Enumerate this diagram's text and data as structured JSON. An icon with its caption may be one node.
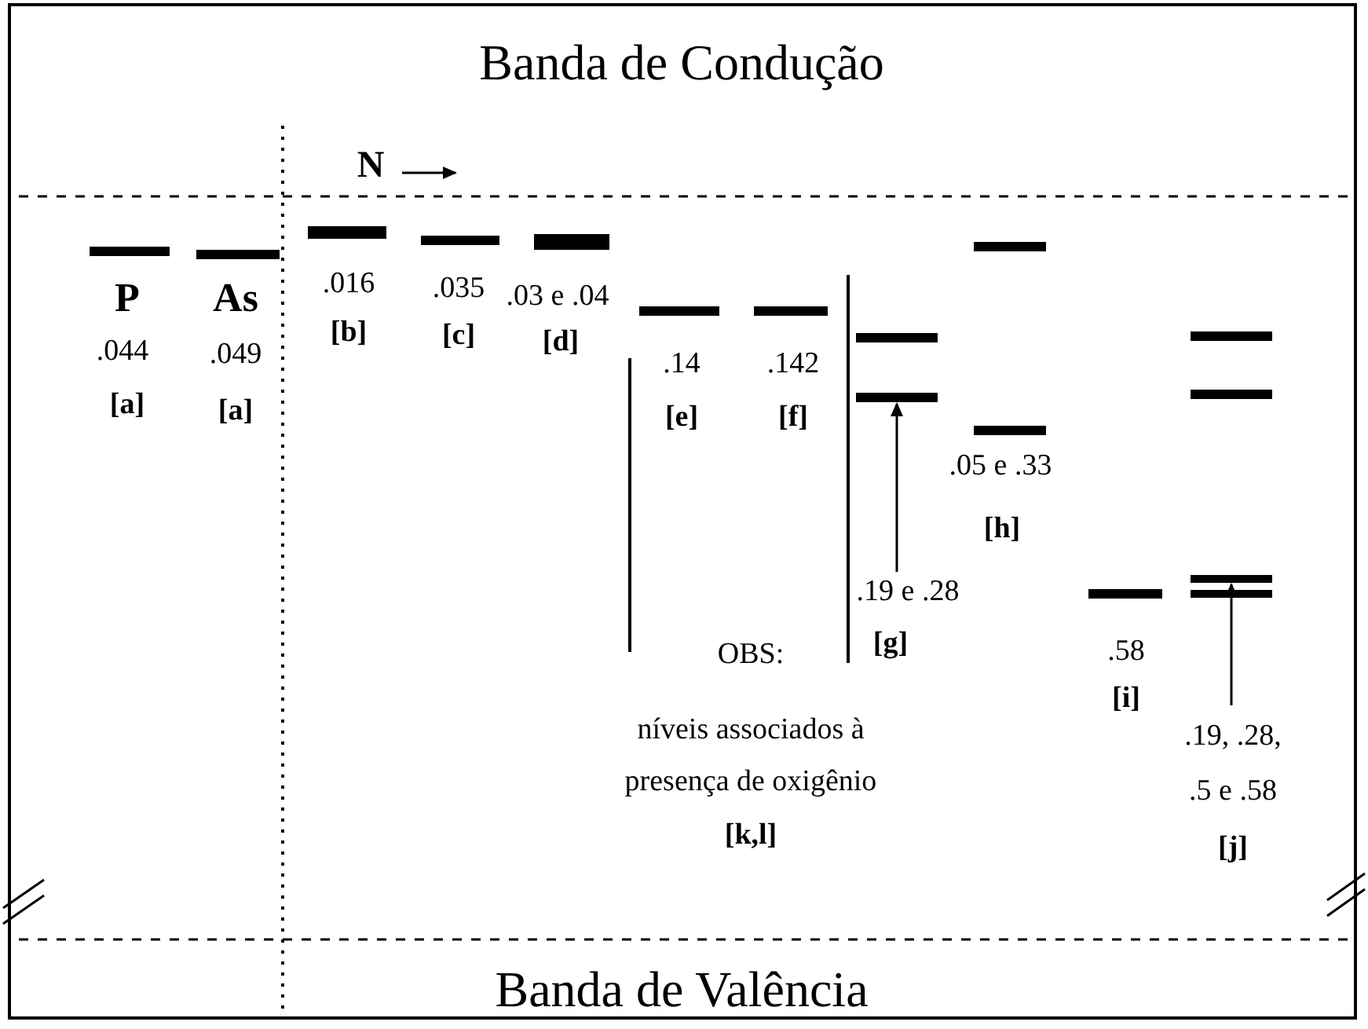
{
  "diagram": {
    "title": "Banda de Condução",
    "caption": "Banda de Valência",
    "nodes": [
      {
        "text": [
          ".19 e .28"
        ]
      },
      {
        "text": [],
        "shape": "bar"
      },
      {
        "text": [
          ".19, .28, .5 e .58"
        ]
      },
      {
        "text": [],
        "shape": "bar"
      }
    ],
    "edges": [
      {
        "from": 0,
        "to": 1,
        "arrow": "to"
      },
      {
        "from": 2,
        "to": 3,
        "arrow": "to"
      }
    ],
    "labels": [
      "N",
      "P",
      "As",
      ".044",
      ".049",
      "[a]",
      "[a]",
      ".016",
      ".035",
      ".03 e .04",
      "[b]",
      "[c]",
      "[d]",
      ".14",
      ".142",
      "[e]",
      "[f]",
      ".05 e .33",
      "[h]",
      "[g]",
      ".58",
      "[i]",
      "OBS:",
      "níveis associados à presença de oxigênio",
      "[k,l]",
      "[j]"
    ]
  }
}
